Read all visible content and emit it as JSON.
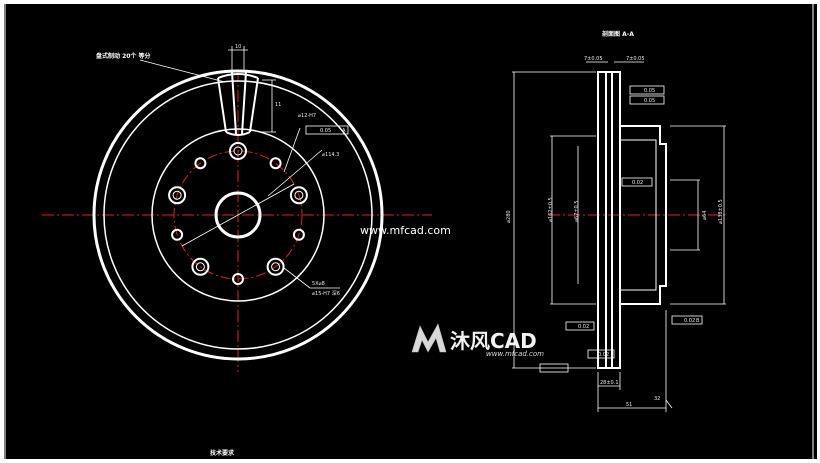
{
  "drawing": {
    "front_view_note": "盘式制动 20个 等分",
    "section_title": "剖面图 A-A",
    "tech_requirements": "技术要求",
    "bolt_hole_note": "5X⌀8",
    "bolt_hole_note2": "⌀15-H7 深6",
    "center_hole_note": "⌀12-H7",
    "pcd_note": "⌀114.3",
    "slot_dim": "10",
    "slot_depth": "11",
    "gdt_front": "0.05",
    "gdt_section_1": "0.05",
    "gdt_section_2": "0.05",
    "dim_left_top": "7±0.05",
    "dim_right_top": "7±0.05",
    "dim_overall_height": "⌀280",
    "dim_inner_dia": "⌀162±0.5",
    "dim_hub_dia": "⌀67±0.5",
    "dim_bore": "⌀64",
    "dim_hub_inner": "⌀138±0.5",
    "dim_bottom_thickness": "28±0.1",
    "dim_bottom_width": "51",
    "dim_bottom_right": "32",
    "gdt_bottom_1": "0.02",
    "gdt_bottom_2": "0.02",
    "gdt_right": "0.02",
    "datum_letter": "A",
    "datum_letter_b": "B"
  },
  "watermark": {
    "site_url": "www.mfcad.com",
    "logo_text": "沐风CAD",
    "logo_sub": "www.mfcad.com"
  },
  "colors": {
    "background": "#000000",
    "line": "#ffffff",
    "centerline": "#e02020",
    "frame": "#ffffff"
  }
}
